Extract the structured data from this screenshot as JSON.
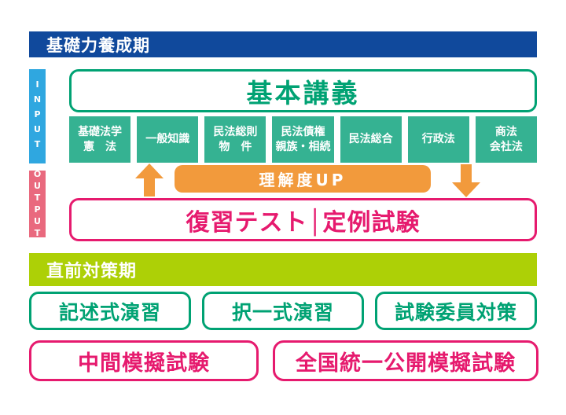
{
  "palette": {
    "phase1_banner_bg": "#10499C",
    "phase2_banner_bg": "#ADD006",
    "input_bar_bg": "#2FA7E0",
    "output_bar_bg": "#E9697E",
    "subject_box_bg": "#35B292",
    "green_accent": "#00A273",
    "pink_accent": "#E61A6E",
    "orange_accent": "#F29A3C",
    "banner_text": "#ffffff"
  },
  "phase1": {
    "title": "基礎力養成期",
    "input_label": "INPUT",
    "output_label": "OUTPUT",
    "basic_lecture": "基本講義",
    "subjects": [
      {
        "line1": "基礎法学",
        "line2": "憲　法"
      },
      {
        "line1": "一般知識",
        "line2": ""
      },
      {
        "line1": "民法総則",
        "line2": "物　件"
      },
      {
        "line1": "民法債権",
        "line2": "親族・相続"
      },
      {
        "line1": "民法総合",
        "line2": ""
      },
      {
        "line1": "行政法",
        "line2": ""
      },
      {
        "line1": "商法",
        "line2": "会社法"
      }
    ],
    "understanding_label": "理解度UP",
    "review_test": "復習テスト│定例試験"
  },
  "phase2": {
    "title": "直前対策期",
    "exercises": [
      "記述式演習",
      "択一式演習",
      "試験委員対策"
    ],
    "mock_exams": [
      "中間模擬試験",
      "全国統一公開模擬試験"
    ]
  }
}
